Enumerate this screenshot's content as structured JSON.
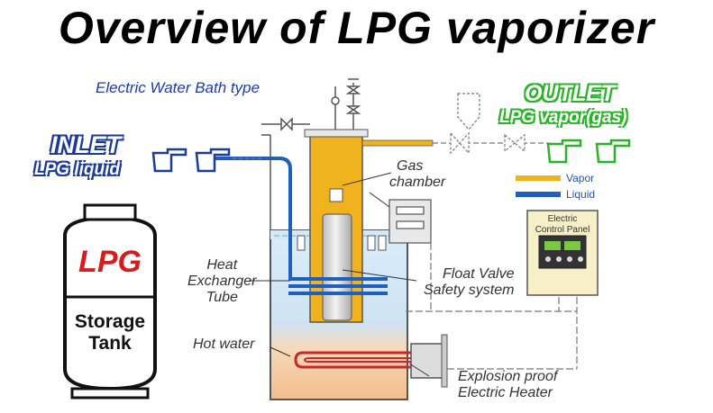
{
  "title": "Overview of LPG vaporizer",
  "subtitle": "Electric Water Bath type",
  "inlet": {
    "title": "INLET",
    "subtitle": "LPG liquid"
  },
  "outlet": {
    "title": "OUTLET",
    "subtitle": "LPG vapor(gas)"
  },
  "tank": {
    "label1": "LPG",
    "label2": "Storage",
    "label3": "Tank"
  },
  "labels": {
    "gas_chamber_1": "Gas",
    "gas_chamber_2": "chamber",
    "heat_1": "Heat",
    "heat_2": "Exchanger",
    "heat_3": "Tube",
    "float_1": "Float Valve",
    "float_2": "Safety system",
    "hot_water": "Hot water",
    "explosion_1": "Explosion proof",
    "explosion_2": "Electric Heater"
  },
  "legend": [
    {
      "label": "Vapor",
      "color": "#f0b21d"
    },
    {
      "label": "Liquid",
      "color": "#1f5fbf"
    }
  ],
  "control_panel": {
    "line1": "Electric",
    "line2": "Control Panel"
  },
  "colors": {
    "vapor": "#f0b21d",
    "liquid": "#1f5fbf",
    "inlet_accent": "#1b3a9a",
    "outlet_accent": "#27b526",
    "tank_red": "#d51d1d",
    "hot_water": "#f3c89e",
    "water": "#cfe6f7"
  },
  "icons": [
    "pointing-hand-icon",
    "valve-icon"
  ]
}
